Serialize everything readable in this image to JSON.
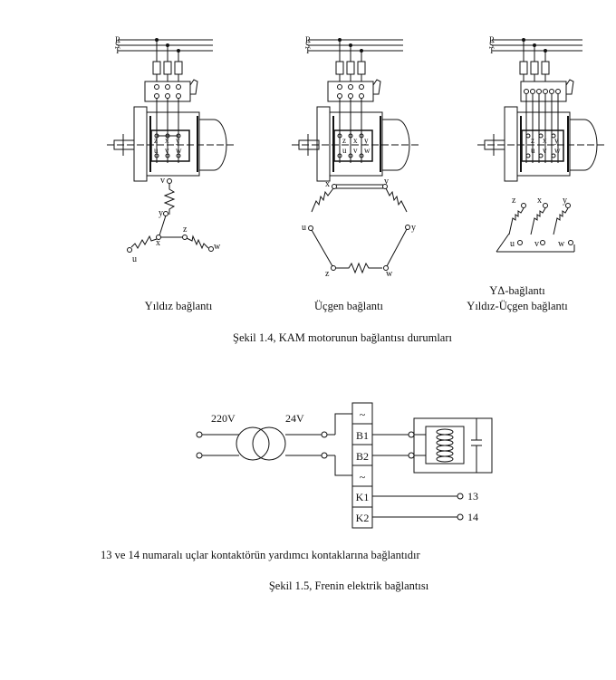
{
  "figure_1_4": {
    "bus_labels": [
      "R",
      "S",
      "T"
    ],
    "motor_terminals_top": [
      "z",
      "x",
      "y"
    ],
    "motor_terminals_bottom": [
      "u",
      "v",
      "w"
    ],
    "star": {
      "labels": {
        "v": "v",
        "y": "y",
        "x": "x",
        "z": "z",
        "u": "u",
        "w": "w"
      },
      "caption": "Yıldız bağlantı"
    },
    "delta": {
      "labels": {
        "x": "x",
        "v": "v",
        "u": "u",
        "y": "y",
        "z": "z",
        "w": "w"
      },
      "caption": "Üçgen bağlantı"
    },
    "star_delta": {
      "labels": [
        "z",
        "x",
        "y",
        "u",
        "v",
        "w"
      ],
      "caption_line1": "YΔ-bağlantı",
      "caption_line2": "Yıldız-Üçgen bağlantı"
    },
    "title": "Şekil 1.4, KAM motorunun bağlantısı durumları"
  },
  "figure_1_5": {
    "voltage_in": "220V",
    "voltage_out": "24V",
    "terminals": [
      "~",
      "B1",
      "B2",
      "~",
      "K1",
      "K2"
    ],
    "out_13": "13",
    "out_14": "14",
    "note": "13 ve 14 numaralı uçlar kontaktörün yardımcı kontaklarına bağlantıdır",
    "title": "Şekil 1.5, Frenin elektrik bağlantısı"
  }
}
